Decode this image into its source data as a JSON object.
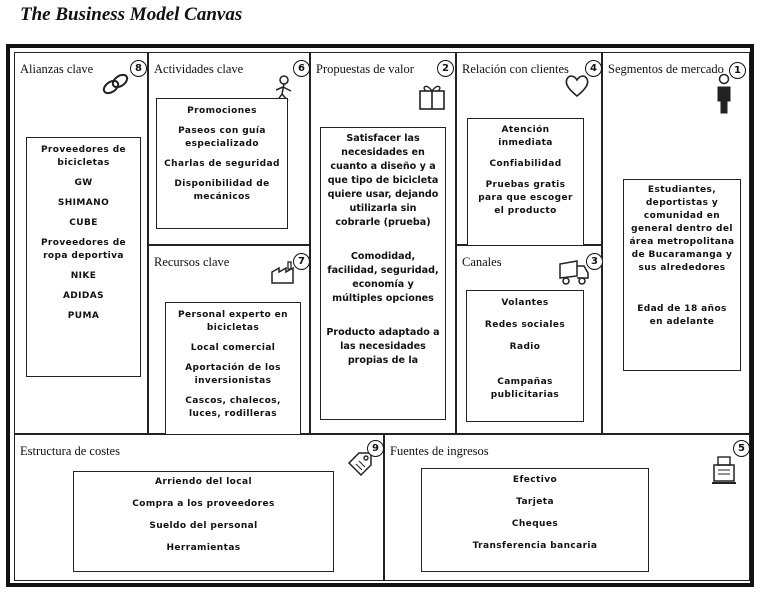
{
  "title": "The Business Model Canvas",
  "blocks": {
    "alianzas": {
      "title": "Alianzas clave",
      "number": "8",
      "icon": "chain-link-icon",
      "items": [
        "Proveedores de bicicletas",
        "GW",
        "SHIMANO",
        "CUBE",
        "Proveedores de ropa deportiva",
        "NIKE",
        "ADIDAS",
        "PUMA"
      ]
    },
    "actividades": {
      "title": "Actividades clave",
      "number": "6",
      "icon": "worker-icon",
      "items": [
        "Promociones",
        "Paseos con guía especializado",
        "Charlas de seguridad",
        "Disponibilidad de mecánicos"
      ]
    },
    "recursos": {
      "title": "Recursos clave",
      "number": "7",
      "icon": "factory-icon",
      "items": [
        "Personal experto en bicicletas",
        "Local comercial",
        "Aportación de los inversionistas",
        "Cascos, chalecos, luces, rodilleras"
      ]
    },
    "propuestas": {
      "title": "Propuestas de valor",
      "number": "2",
      "icon": "gift-icon",
      "items": [
        "Satisfacer las necesidades en cuanto a diseño y a que tipo de bicicleta quiere usar, dejando utilizarla sin cobrarle (prueba)",
        "Comodidad, facilidad, seguridad, economía y múltiples opciones",
        "Producto adaptado a las necesidades propias de la"
      ]
    },
    "relacion": {
      "title": "Relación con clientes",
      "number": "4",
      "icon": "heart-icon",
      "items": [
        "Atención inmediata",
        "Confiabilidad",
        "Pruebas gratis para que escoger el producto"
      ]
    },
    "canales": {
      "title": "Canales",
      "number": "3",
      "icon": "delivery-truck-icon",
      "items": [
        "Volantes",
        "Redes sociales",
        "Radio",
        "Campañas publicitarias"
      ]
    },
    "segmentos": {
      "title": "Segmentos de mercado",
      "number": "1",
      "icon": "person-icon",
      "items": [
        "Estudiantes, deportistas y comunidad en general dentro del área metropolitana de Bucaramanga y sus alrededores",
        "Edad de 18 años en adelante"
      ]
    },
    "costes": {
      "title": "Estructura de costes",
      "number": "9",
      "icon": "price-tag-icon",
      "items": [
        "Arriendo del local",
        "Compra a los proveedores",
        "Sueldo del personal",
        "Herramientas"
      ]
    },
    "ingresos": {
      "title": "Fuentes de ingresos",
      "number": "5",
      "icon": "cash-register-icon",
      "items": [
        "Efectivo",
        "Tarjeta",
        "Cheques",
        "Transferencia bancaria"
      ]
    }
  }
}
